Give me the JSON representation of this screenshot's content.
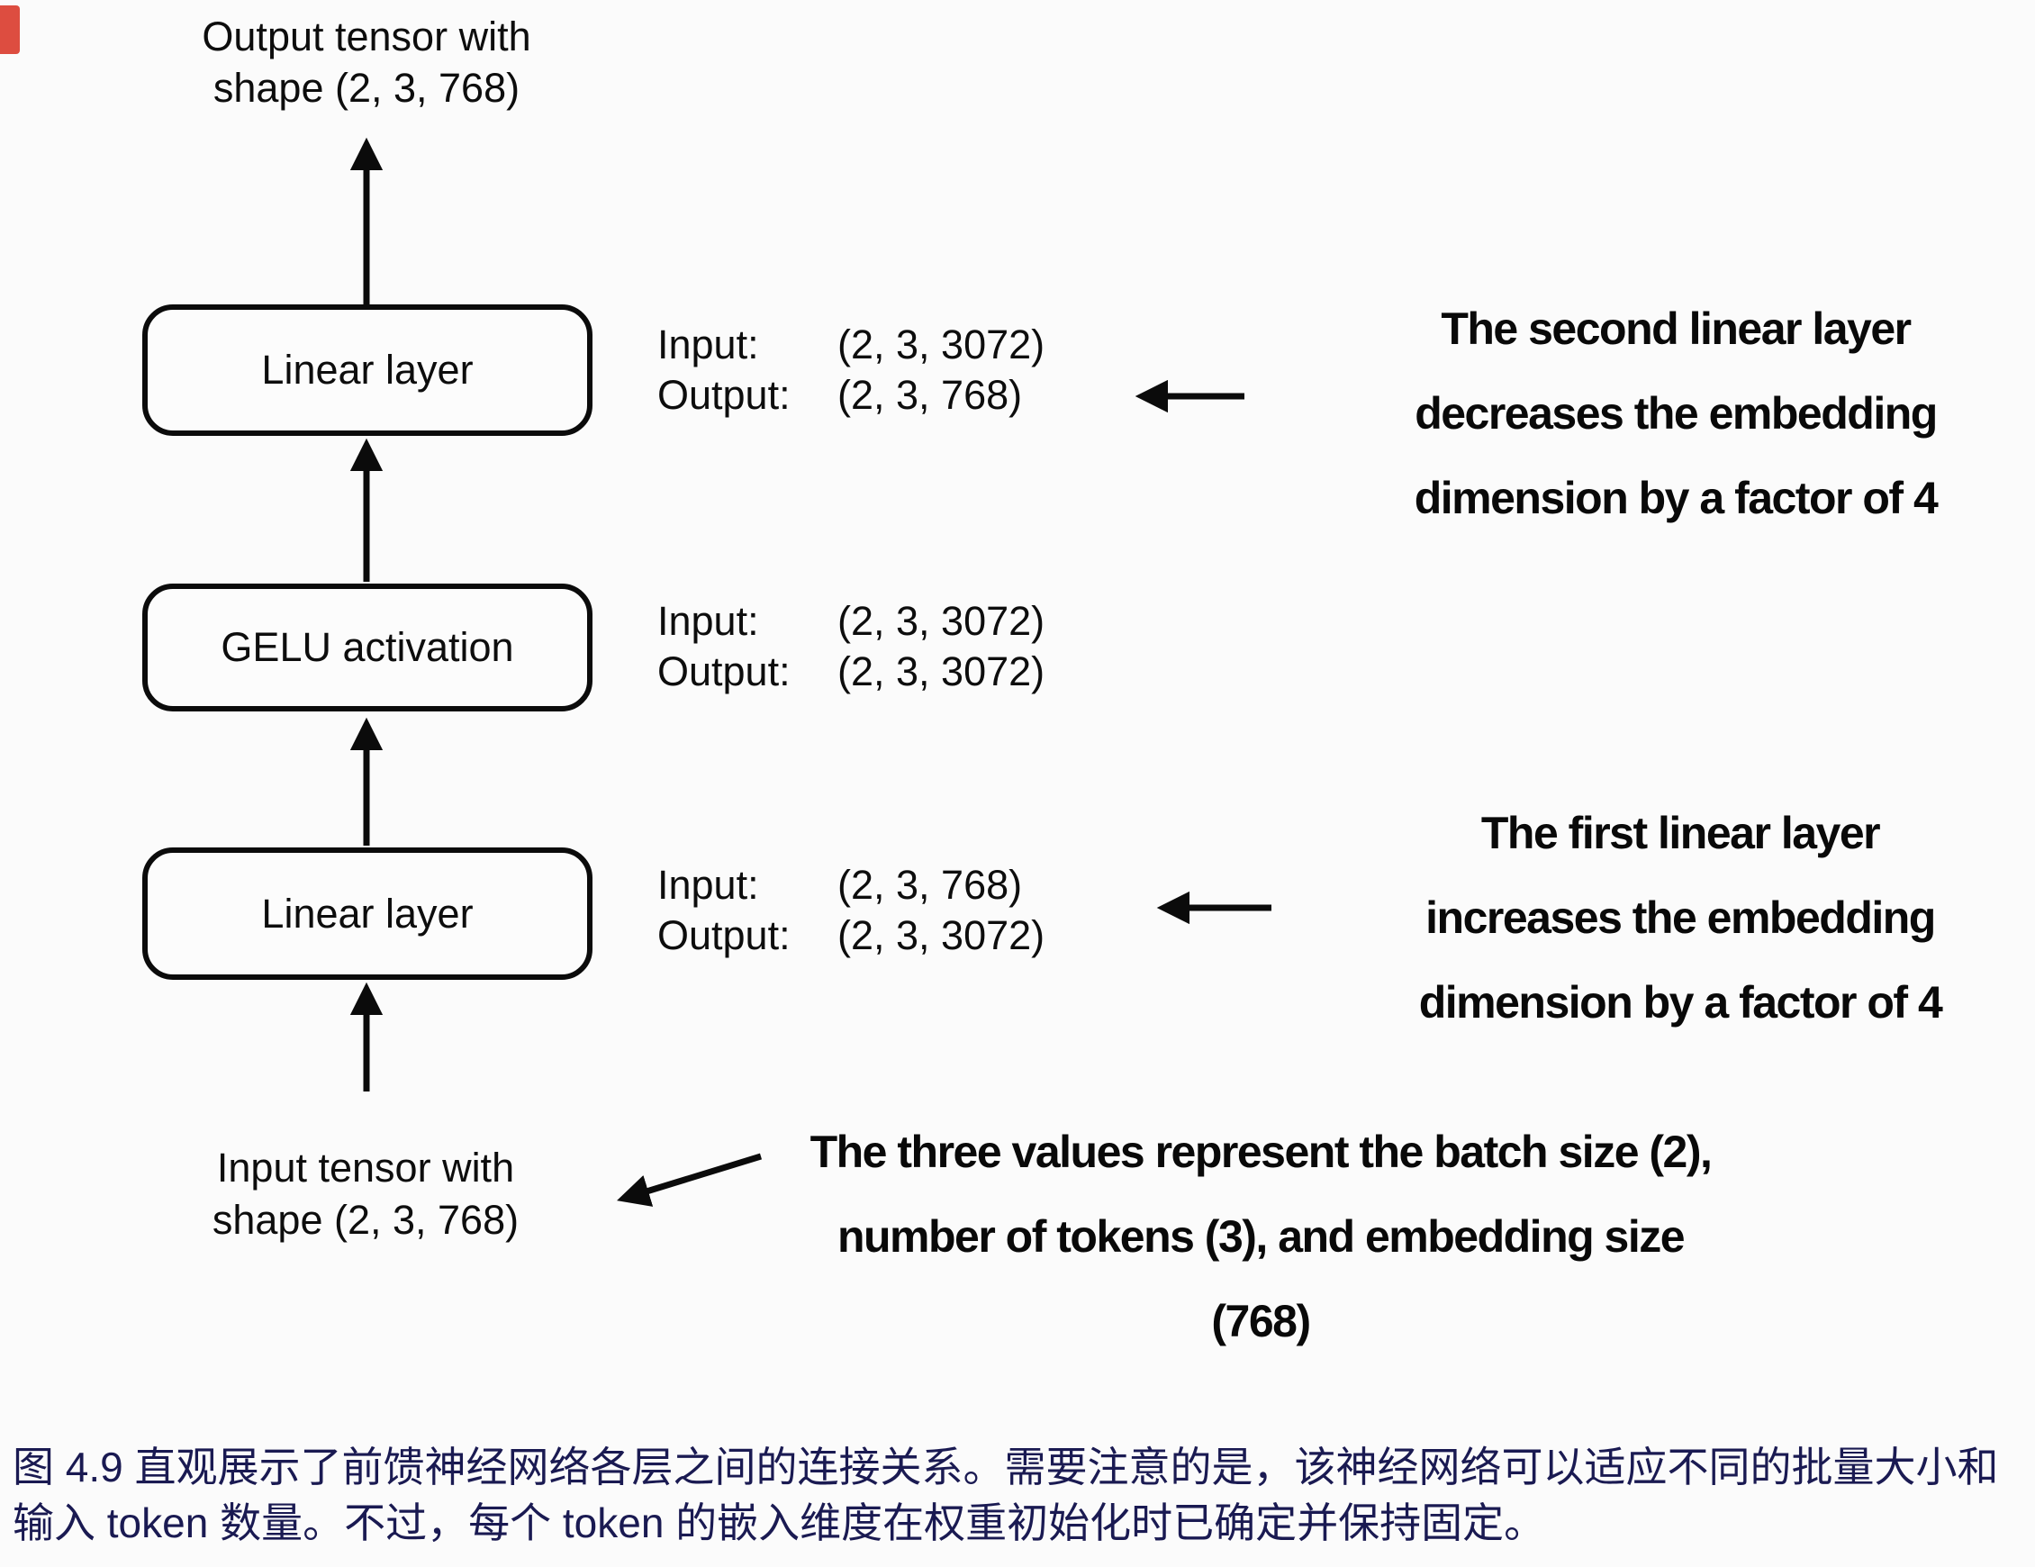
{
  "diagram": {
    "top_label": {
      "line1": "Output tensor with",
      "line2": "shape (2, 3, 768)"
    },
    "bottom_label": {
      "line1": "Input tensor with",
      "line2": "shape (2, 3, 768)"
    },
    "boxes": [
      {
        "label": "Linear layer"
      },
      {
        "label": "GELU activation"
      },
      {
        "label": "Linear layer"
      }
    ],
    "io_blocks": [
      {
        "input_label": "Input:",
        "input_value": "(2, 3, 3072)",
        "output_label": "Output:",
        "output_value": "(2, 3, 768)"
      },
      {
        "input_label": "Input:",
        "input_value": "(2, 3, 3072)",
        "output_label": "Output:",
        "output_value": "(2, 3, 3072)"
      },
      {
        "input_label": "Input:",
        "input_value": "(2, 3, 768)",
        "output_label": "Output:",
        "output_value": "(2, 3, 3072)"
      }
    ],
    "annotations": [
      {
        "lines": [
          "The second linear layer",
          "decreases the embedding",
          "dimension by a factor of 4"
        ]
      },
      {
        "lines": [
          "The first linear layer",
          "increases the embedding",
          "dimension by a factor of 4"
        ]
      },
      {
        "lines": [
          "The three values represent the batch size (2),",
          "number of tokens (3), and embedding size",
          "(768)"
        ]
      }
    ]
  },
  "caption": {
    "line1": "图 4.9 直观展示了前馈神经网络各层之间的连接关系。需要注意的是，该神经网络可以适应不同的批量大小和",
    "line2": "输入 token 数量。不过，每个 token 的嵌入维度在权重初始化时已确定并保持固定。"
  },
  "colors": {
    "ink": "#0d0d0d",
    "caption": "#1a1a52",
    "bg": "#fbfbfb",
    "artifact": "#d93a2b"
  }
}
